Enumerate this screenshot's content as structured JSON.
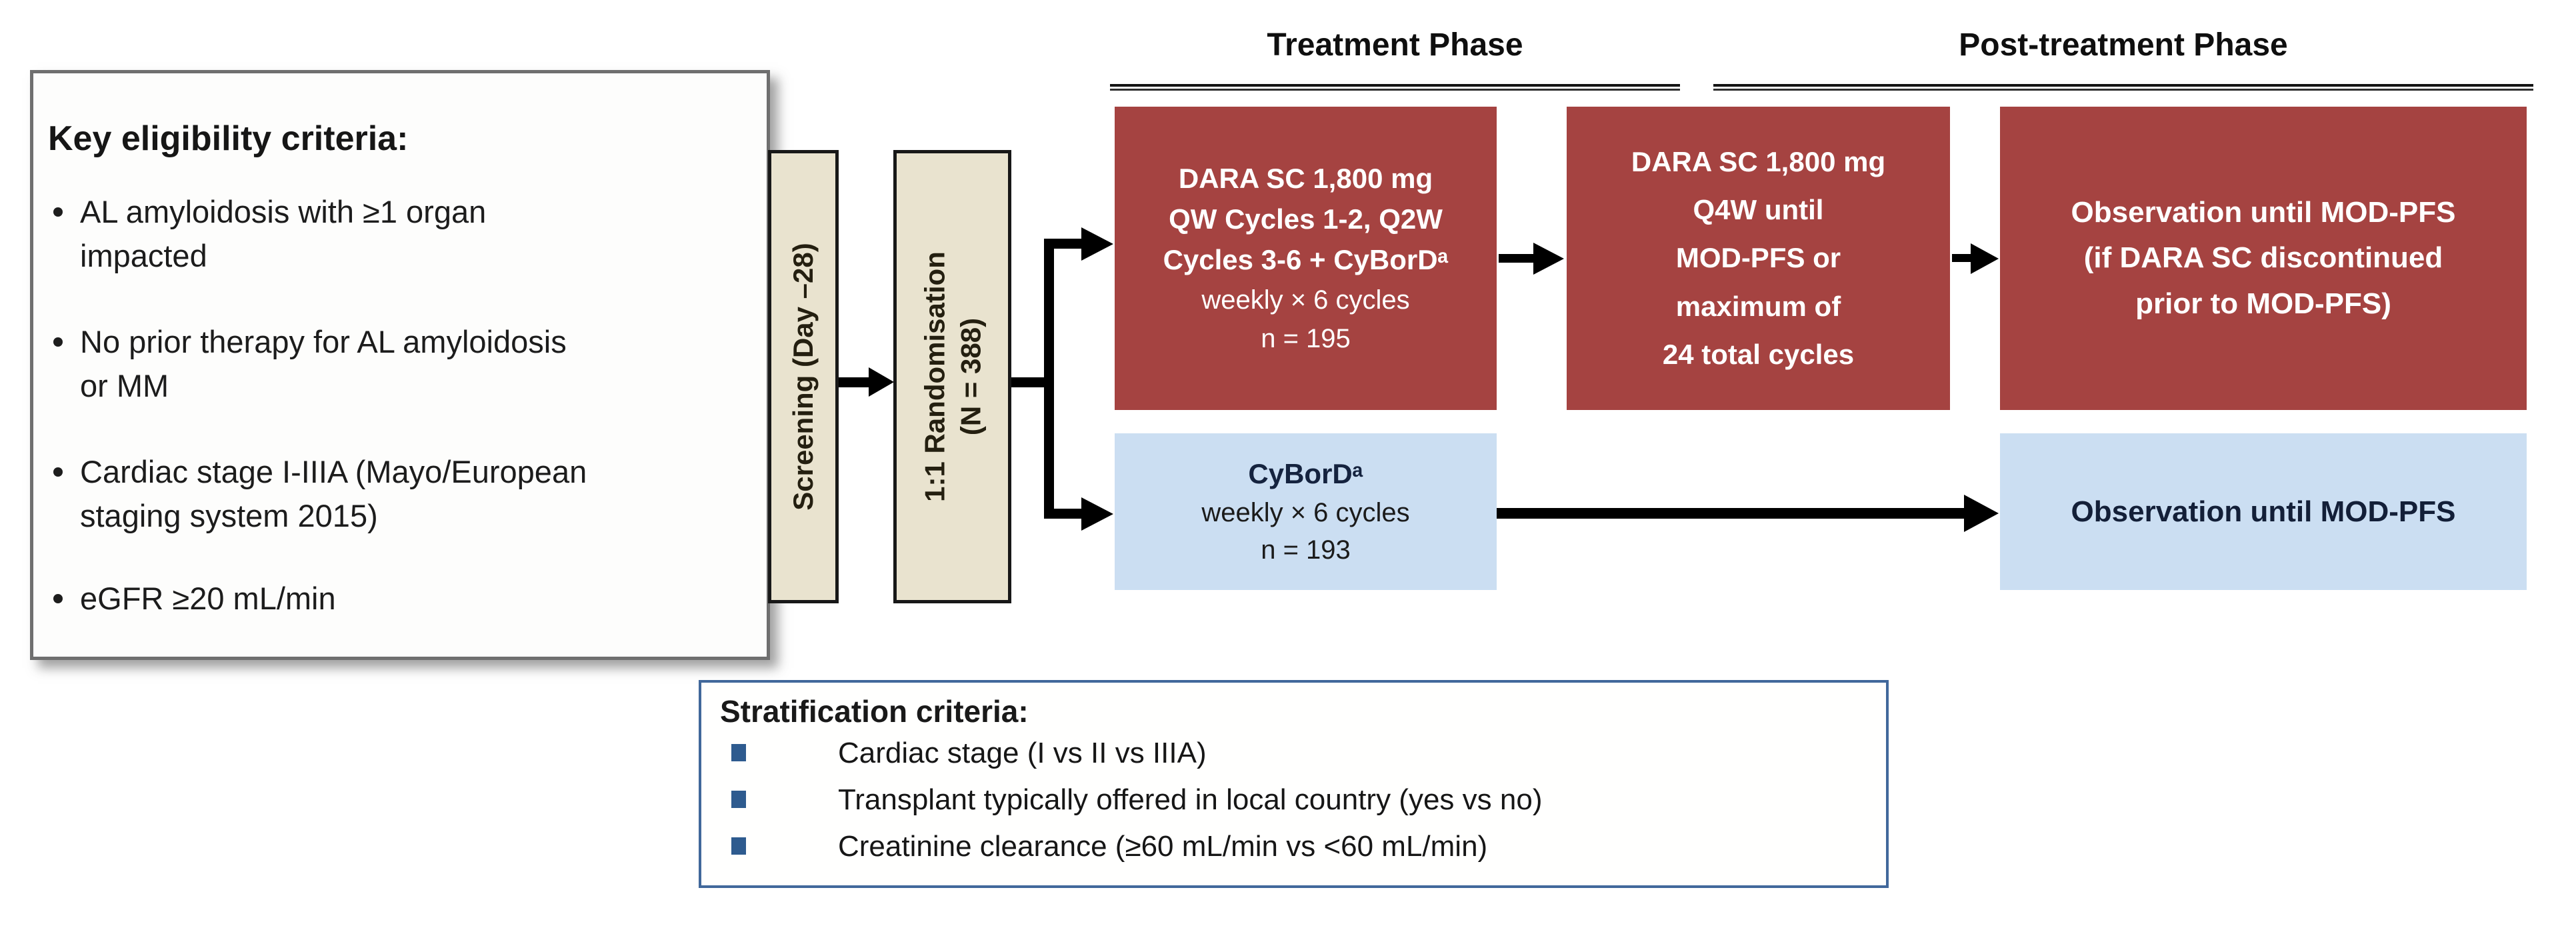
{
  "colors": {
    "dark_red": "#a54341",
    "light_blue": "#cbdef2",
    "beige": "#e9e3cf",
    "navy_border": "#41689b",
    "bullet_navy": "#2e5b8f"
  },
  "eligibility": {
    "title": "Key eligibility criteria:",
    "items": [
      [
        "AL amyloidosis with ≥1 organ",
        "impacted"
      ],
      [
        "No prior therapy for AL amyloidosis",
        "or MM"
      ],
      [
        "Cardiac stage I-IIIA (Mayo/European",
        "staging system 2015)"
      ],
      [
        "eGFR ≥20 mL/min"
      ]
    ]
  },
  "flow": {
    "screening_label": "Screening (Day –28)",
    "randomisation_line1": "1:1 Randomisation",
    "randomisation_line2": "(N = 388)",
    "treatment_header": "Treatment Phase",
    "post_treatment_header": "Post-treatment Phase",
    "dara_induction": {
      "line1": "DARA SC 1,800 mg",
      "line2": "QW Cycles 1-2, Q2W",
      "line3": "Cycles 3-6 + CyBorDᵃ",
      "line4": "weekly × 6 cycles",
      "line5": "n = 195"
    },
    "dara_maintenance": {
      "line1": "DARA SC 1,800 mg",
      "line2": "Q4W until",
      "line3": "MOD-PFS or",
      "line4": "maximum of",
      "line5": "24 total cycles"
    },
    "cybord_arm": {
      "line1": "CyBorDᵃ",
      "line2": "weekly × 6 cycles",
      "line3": "n = 193"
    },
    "dara_observation": {
      "line1": "Observation until MOD-PFS",
      "line2": "(if DARA SC discontinued",
      "line3": "prior to MOD-PFS)"
    },
    "cybord_observation": "Observation until MOD-PFS"
  },
  "stratification": {
    "title": "Stratification criteria:",
    "items": [
      "Cardiac stage (I vs II vs IIIA)",
      "Transplant typically offered in local country (yes vs no)",
      "Creatinine clearance (≥60 mL/min vs <60 mL/min)"
    ]
  }
}
